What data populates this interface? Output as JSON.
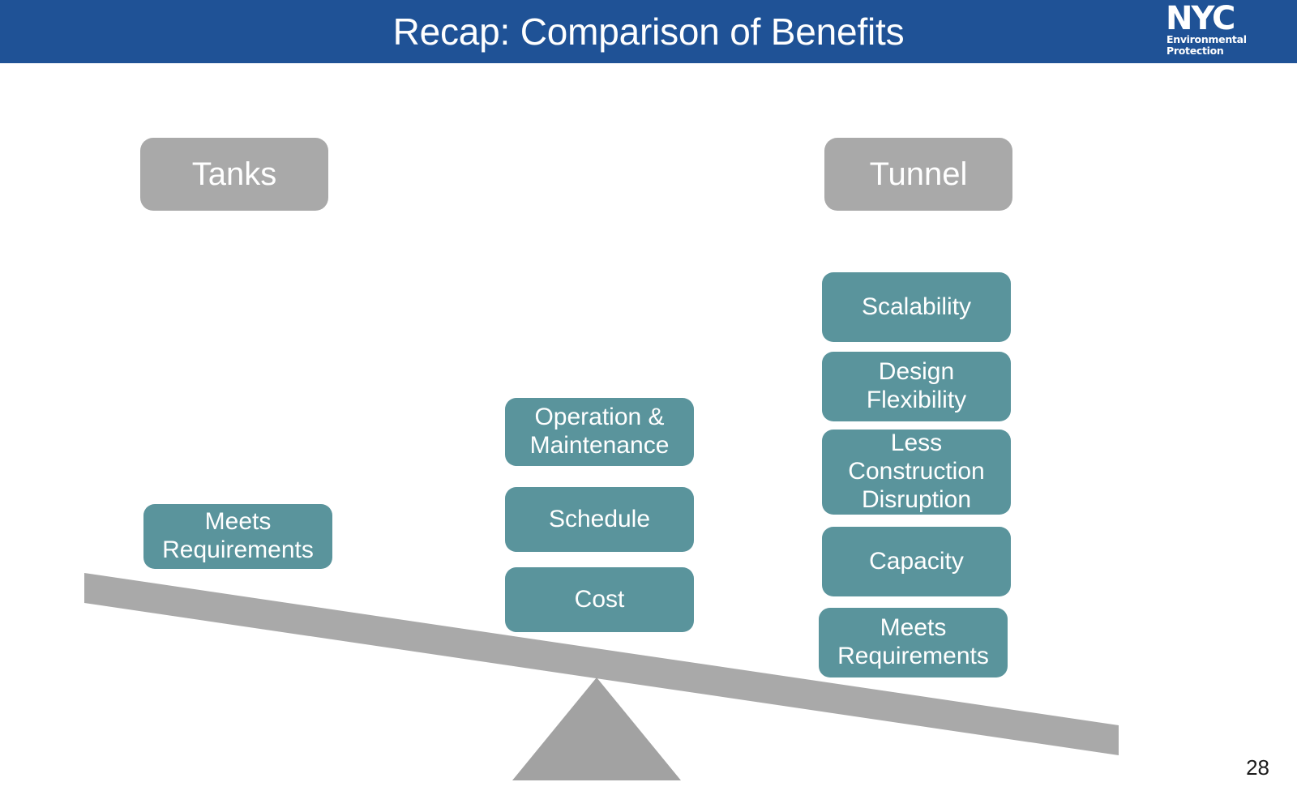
{
  "slide": {
    "title": "Recap: Comparison of Benefits",
    "page_number": "28",
    "header_color": "#1f5296",
    "accent_color": "#5a949c",
    "neutral_color": "#a9a9a9"
  },
  "logo": {
    "mark": "NYC",
    "line1": "Environmental",
    "line2": "Protection"
  },
  "columns": {
    "left": {
      "header": "Tanks",
      "items": [
        {
          "label": "Meets\nRequirements"
        }
      ]
    },
    "middle": {
      "header": "",
      "items": [
        {
          "label": "Operation &\nMaintenance"
        },
        {
          "label": "Schedule"
        },
        {
          "label": "Cost"
        }
      ]
    },
    "right": {
      "header": "Tunnel",
      "items": [
        {
          "label": "Scalability"
        },
        {
          "label": "Design\nFlexibility"
        },
        {
          "label": "Less\nConstruction\nDisruption"
        },
        {
          "label": "Capacity"
        },
        {
          "label": "Meets\nRequirements"
        }
      ]
    }
  },
  "seesaw": {
    "beam_color": "#a9a9a9",
    "fulcrum_color": "#a2a2a2",
    "tilt": "left-side-up-right-side-down"
  }
}
